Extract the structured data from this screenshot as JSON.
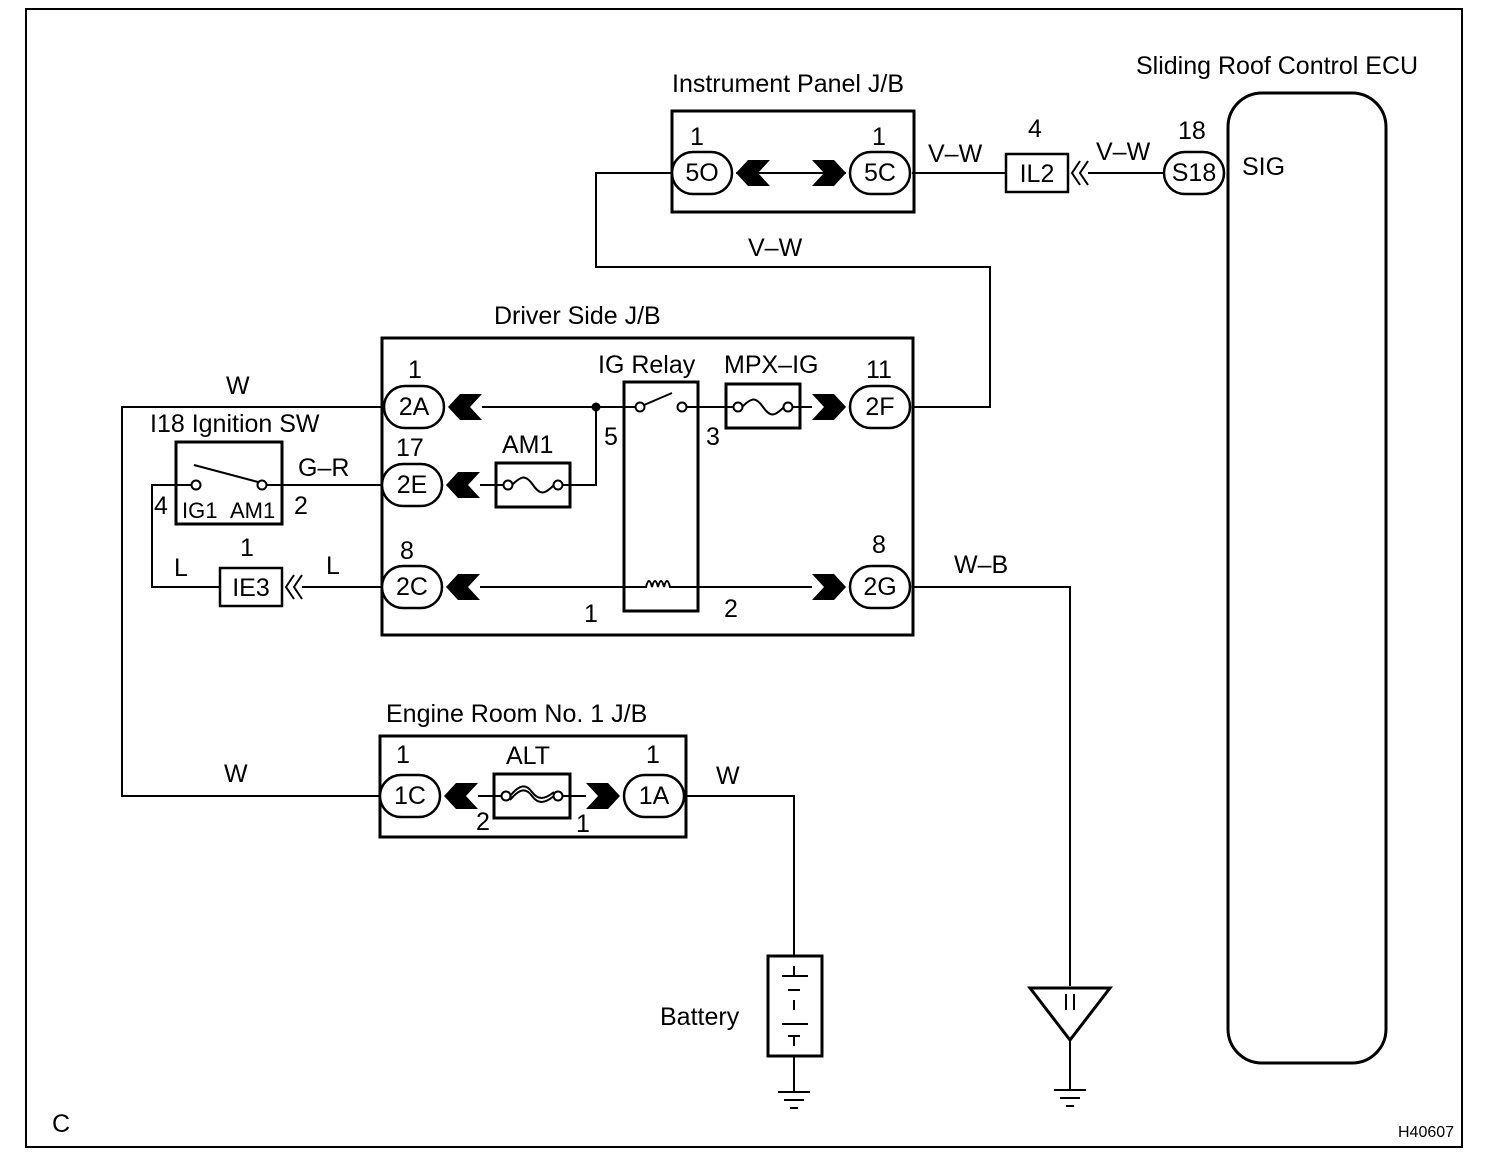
{
  "ecu": {
    "title": "Sliding Roof Control ECU",
    "pin_no": "18",
    "pin": "S18",
    "terminal": "SIG"
  },
  "ip_jb": {
    "title": "Instrument Panel J/B",
    "left_no": "1",
    "left": "5O",
    "right_no": "1",
    "right": "5C"
  },
  "il2": {
    "no": "4",
    "label": "IL2"
  },
  "wires": {
    "vw1": "V–W",
    "vw2": "V–W",
    "vw3": "V–W",
    "w_top": "W",
    "gr": "G–R",
    "l1": "L",
    "l2": "L",
    "wb": "W–B",
    "w_eng_l": "W",
    "w_eng_r": "W"
  },
  "dsjb": {
    "title": "Driver Side J/B",
    "c2a_no": "1",
    "c2a": "2A",
    "c2e_no": "17",
    "c2e": "2E",
    "c2c_no": "8",
    "c2c": "2C",
    "c2f_no": "11",
    "c2f": "2F",
    "c2g_no": "8",
    "c2g": "2G",
    "relay": "IG Relay",
    "fuse_mpx": "MPX–IG",
    "fuse_am1": "AM1",
    "relay_pin5": "5",
    "relay_pin3": "3",
    "relay_pin1": "1",
    "relay_pin2": "2"
  },
  "ign": {
    "title": "I18 Ignition SW",
    "ig1": "IG1",
    "am1": "AM1",
    "pin4": "4",
    "pin2": "2"
  },
  "ie3": {
    "no": "1",
    "label": "IE3"
  },
  "erjb": {
    "title": "Engine Room No. 1 J/B",
    "c1c_no": "1",
    "c1c": "1C",
    "c1a_no": "1",
    "c1a": "1A",
    "fuse": "ALT",
    "pin2": "2",
    "pin1": "1"
  },
  "battery": {
    "label": "Battery"
  },
  "corner": {
    "left": "C",
    "code": "H40607"
  }
}
